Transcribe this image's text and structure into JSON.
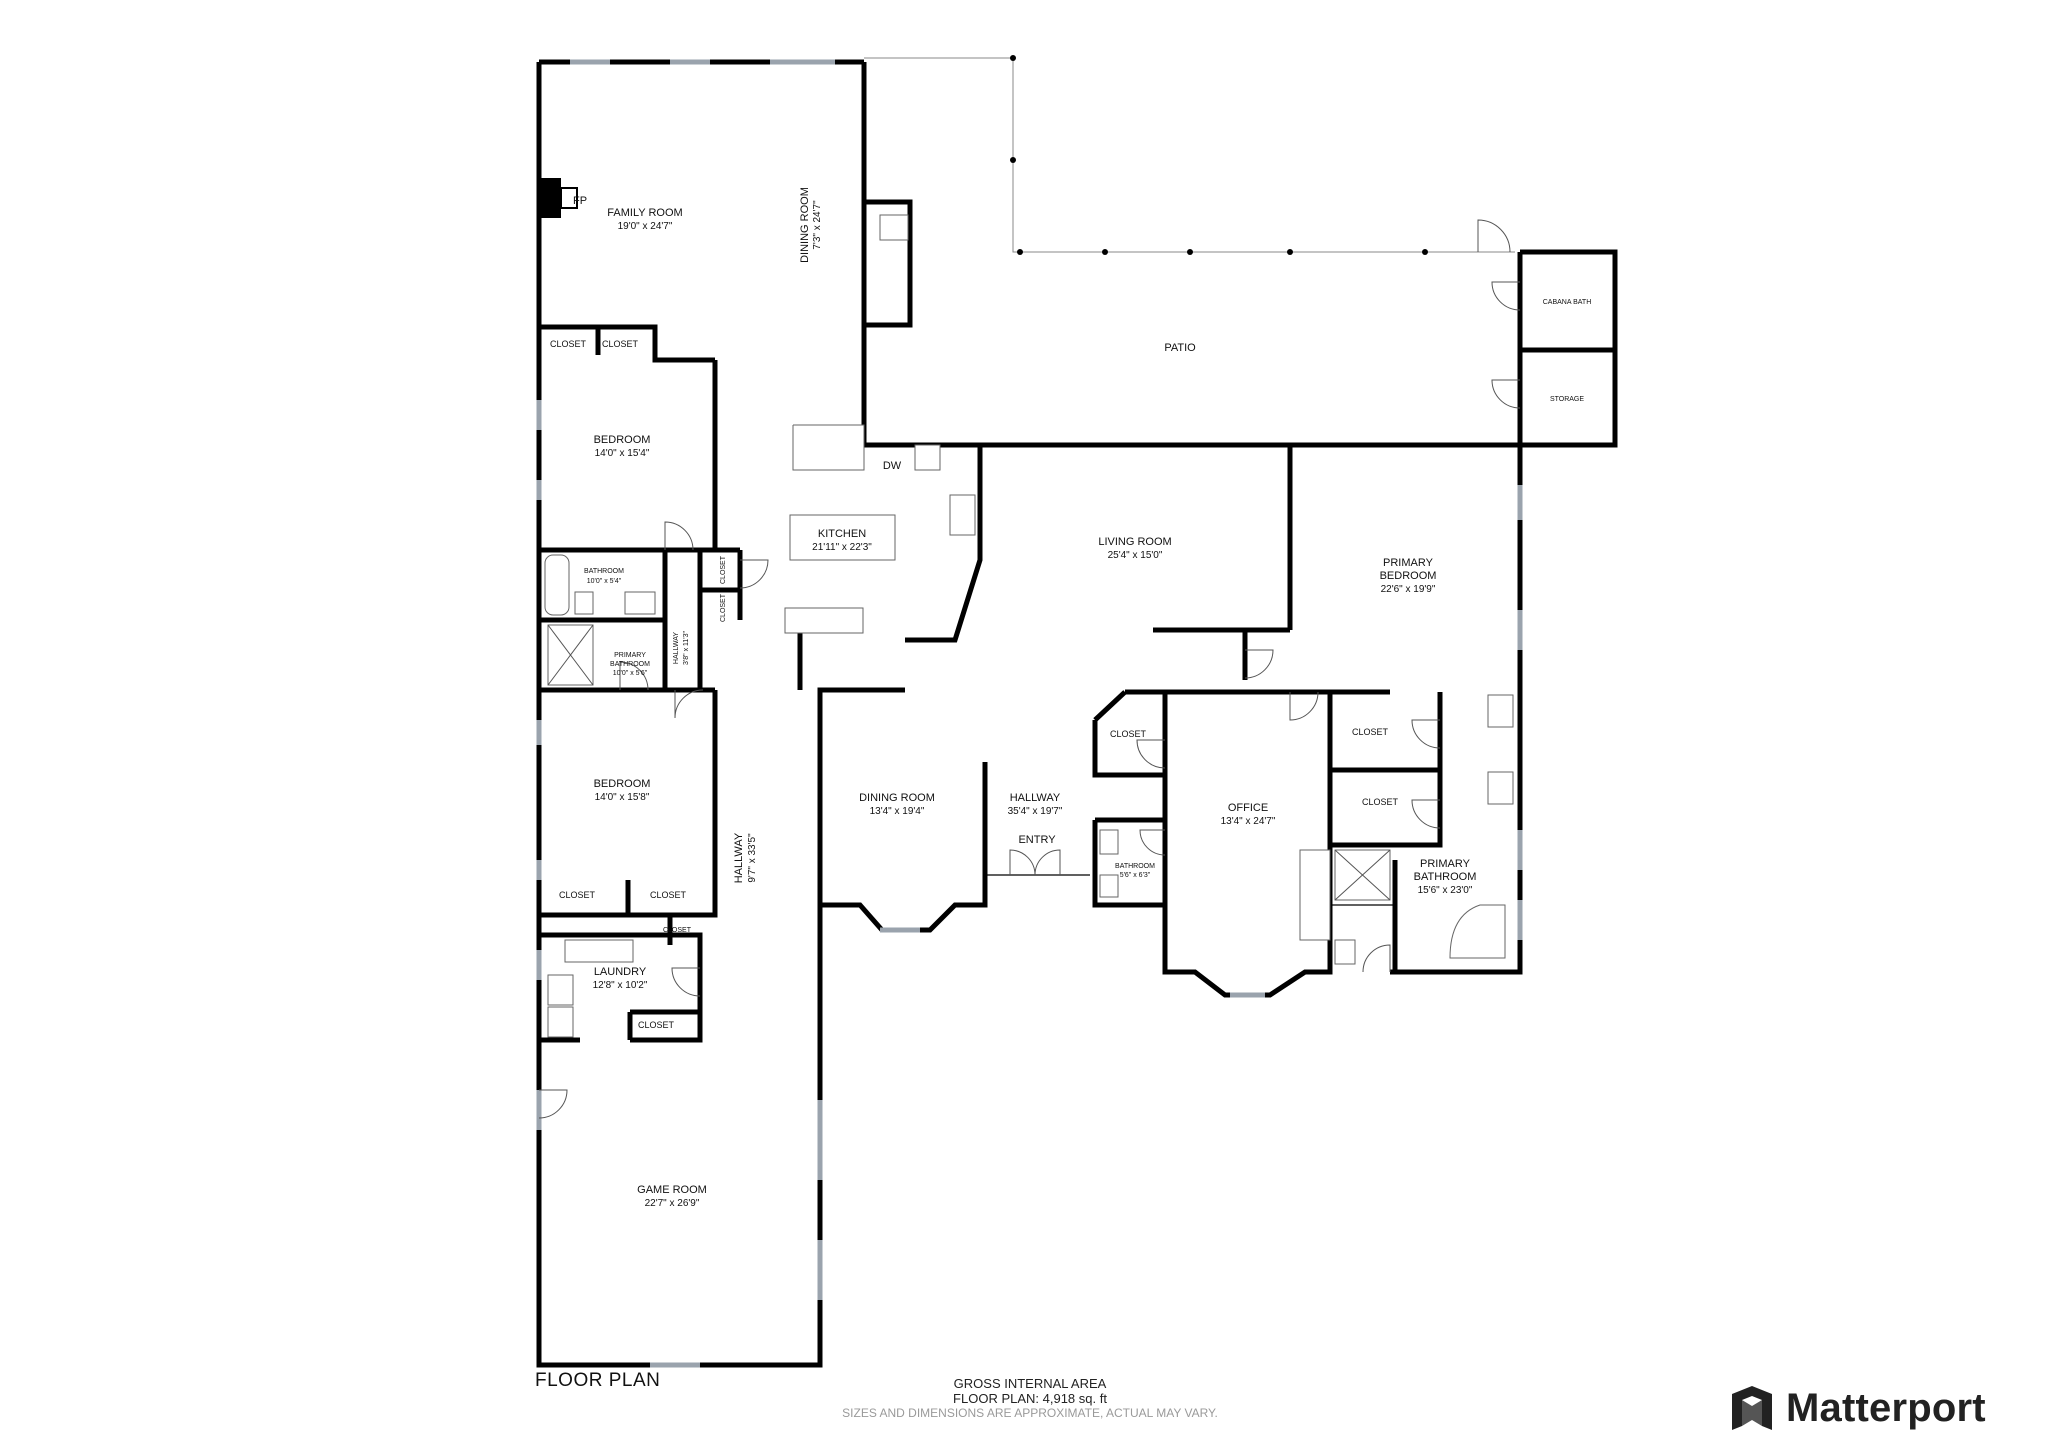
{
  "rooms": {
    "family_room": {
      "name": "FAMILY ROOM",
      "dim": "19'0\" x 24'7\""
    },
    "fireplace": {
      "name": "FP"
    },
    "dining_room_north": {
      "name": "DINING ROOM",
      "dim": "7'3\" x 24'7\""
    },
    "patio": {
      "name": "PATIO"
    },
    "cabana_bath": {
      "name": "CABANA BATH"
    },
    "storage": {
      "name": "STORAGE"
    },
    "closet_1": {
      "name": "CLOSET"
    },
    "closet_2": {
      "name": "CLOSET"
    },
    "bedroom_1": {
      "name": "BEDROOM",
      "dim": "14'0\" x 15'4\""
    },
    "kitchen": {
      "name": "KITCHEN",
      "dim": "21'11\" x 22'3\""
    },
    "dw": {
      "name": "DW"
    },
    "living_room": {
      "name": "LIVING ROOM",
      "dim": "25'4\" x 15'0\""
    },
    "primary_bedroom": {
      "name": "PRIMARY BEDROOM",
      "line1": "PRIMARY",
      "line2": "BEDROOM",
      "dim": "22'6\" x 19'9\""
    },
    "bathroom_1": {
      "name": "BATHROOM",
      "dim": "10'0\" x 5'4\""
    },
    "primary_bathroom_small": {
      "line1": "PRIMARY",
      "line2": "BATHROOM",
      "dim": "10'0\" x 5'6\""
    },
    "closet_3": {
      "name": "CLOSET"
    },
    "closet_4": {
      "name": "CLOSET"
    },
    "hallway_small": {
      "name": "HALLWAY",
      "dim": "3'8\" x 11'3\""
    },
    "bedroom_2": {
      "name": "BEDROOM",
      "dim": "14'0\" x 15'8\""
    },
    "hallway_long": {
      "name": "HALLWAY",
      "dim": "9'7\" x 33'5\""
    },
    "dining_room": {
      "name": "DINING ROOM",
      "dim": "13'4\" x 19'4\""
    },
    "hallway_main": {
      "name": "HALLWAY",
      "dim": "35'4\" x 19'7\""
    },
    "entry": {
      "name": "ENTRY"
    },
    "closet_5": {
      "name": "CLOSET"
    },
    "bathroom_2": {
      "name": "BATHROOM",
      "dim": "5'6\" x 6'3\""
    },
    "office": {
      "name": "OFFICE",
      "dim": "13'4\" x 24'7\""
    },
    "closet_6": {
      "name": "CLOSET"
    },
    "closet_7": {
      "name": "CLOSET"
    },
    "primary_bathroom": {
      "line1": "PRIMARY",
      "line2": "BATHROOM",
      "dim": "15'6\" x 23'0\""
    },
    "closet_8": {
      "name": "CLOSET"
    },
    "closet_9": {
      "name": "CLOSET"
    },
    "laundry": {
      "name": "LAUNDRY",
      "dim": "12'8\" x 10'2\""
    },
    "closet_10": {
      "name": "CLOSET"
    },
    "closet_11": {
      "name": "CLOSET"
    },
    "game_room": {
      "name": "GAME ROOM",
      "dim": "22'7\" x 26'9\""
    }
  },
  "footer": {
    "title": "FLOOR PLAN",
    "area_heading": "GROSS INTERNAL AREA",
    "area_value": "FLOOR PLAN: 4,918 sq. ft",
    "disclaimer": "SIZES AND DIMENSIONS ARE APPROXIMATE, ACTUAL MAY VARY."
  },
  "brand": {
    "name": "Matterport",
    "icon": "matterport-logo-icon"
  }
}
